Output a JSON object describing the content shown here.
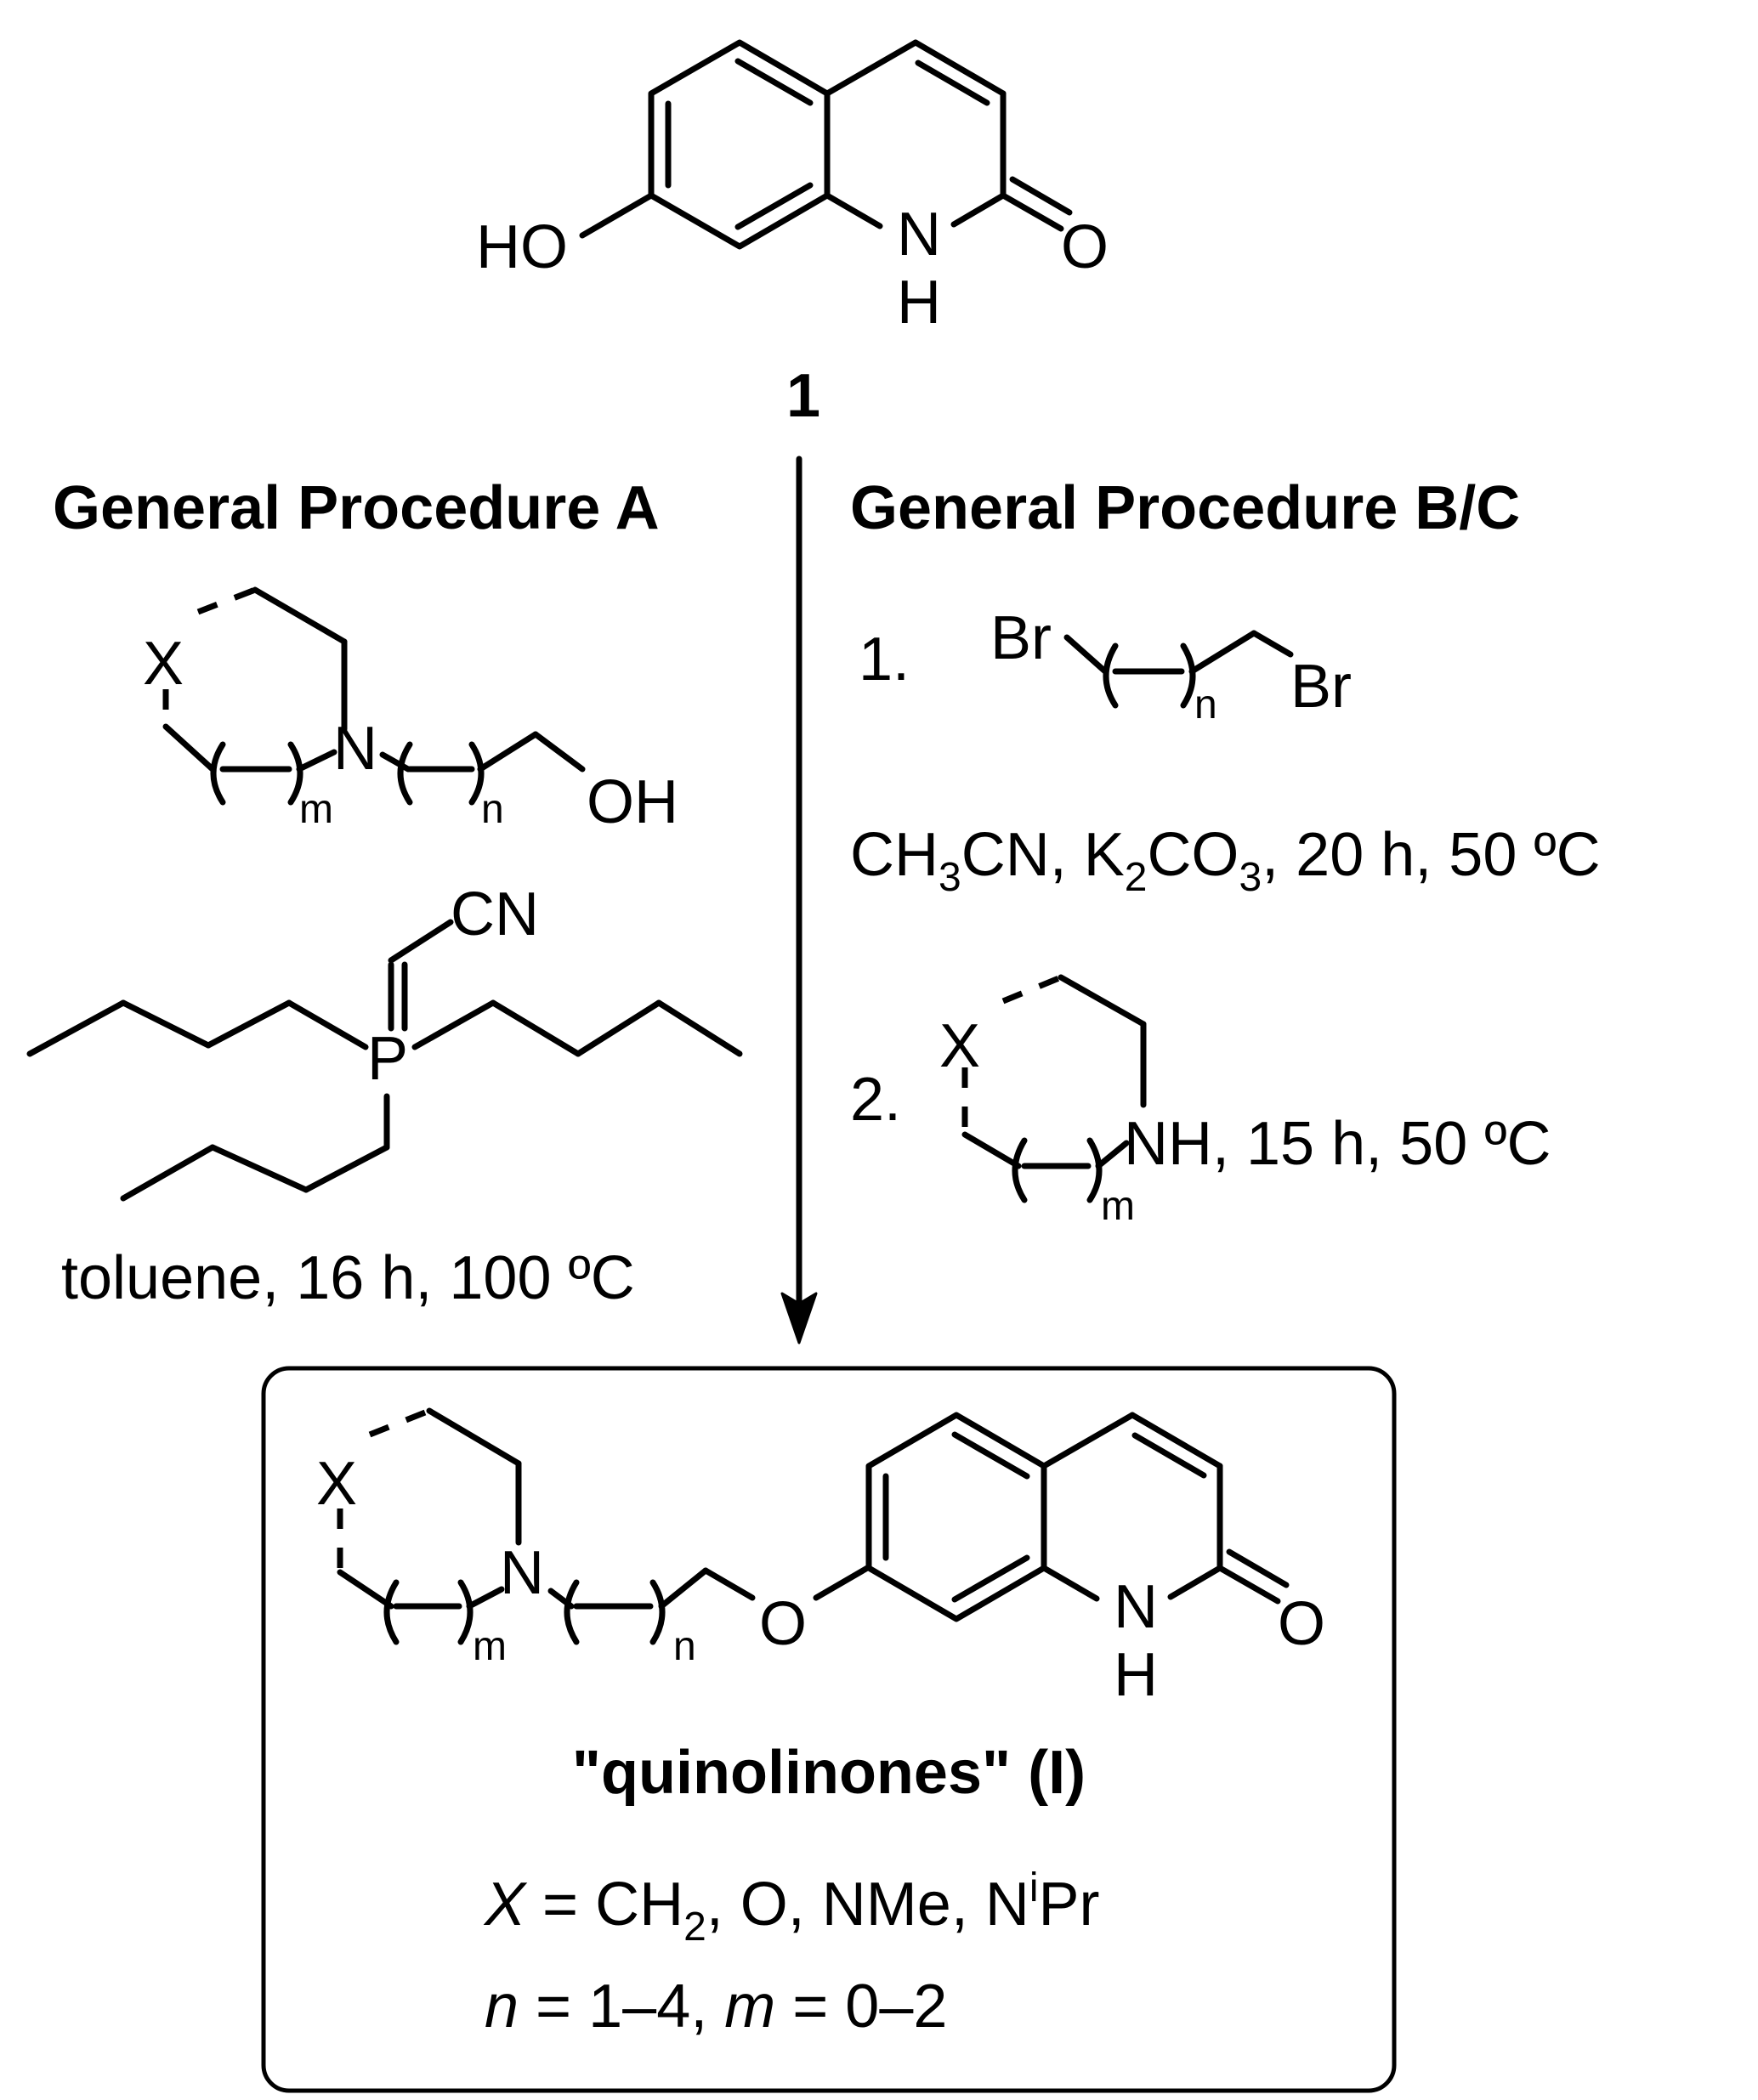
{
  "colors": {
    "ink": "#000000",
    "background": "#ffffff"
  },
  "compound_1": {
    "ho": "HO",
    "nh_n": "N",
    "nh_h": "H",
    "o": "O",
    "number": "1"
  },
  "procedure_a": {
    "title": "General Procedure A",
    "amine_alcohol": {
      "x": "X",
      "n_atom": "N",
      "m": "m",
      "n": "n",
      "oh": "OH"
    },
    "ylide": {
      "cn": "CN",
      "p": "P"
    },
    "conditions": "toluene, 16 h, 100 ºC"
  },
  "procedure_bc": {
    "title": "General Procedure B/C",
    "step1": {
      "index": "1.",
      "br_left": "Br",
      "n": "n",
      "br_right": "Br",
      "cond_1": "CH",
      "cond_2": "3",
      "cond_3": "CN, K",
      "cond_4": "2",
      "cond_5": "CO",
      "cond_6": "3",
      "cond_7": ", 20 h, 50 ºC"
    },
    "step2": {
      "index": "2.",
      "x": "X",
      "nh": "NH",
      "conditions": ", 15 h, 50 ºC",
      "m": "m"
    }
  },
  "product": {
    "x": "X",
    "n_atom": "N",
    "m": "m",
    "n": "n",
    "o_ether": "O",
    "nh_n": "N",
    "nh_h": "H",
    "o_carbonyl": "O",
    "name": "\"quinolinones\" (I)",
    "def1": {
      "var": "X",
      "a": " = CH",
      "b": "2",
      "c": ", O, NMe, N",
      "d": "i",
      "e": "Pr"
    },
    "def2": {
      "n_var": "n",
      "n_range": " = 1–4, ",
      "m_var": "m",
      "m_range": " = 0–2"
    }
  }
}
